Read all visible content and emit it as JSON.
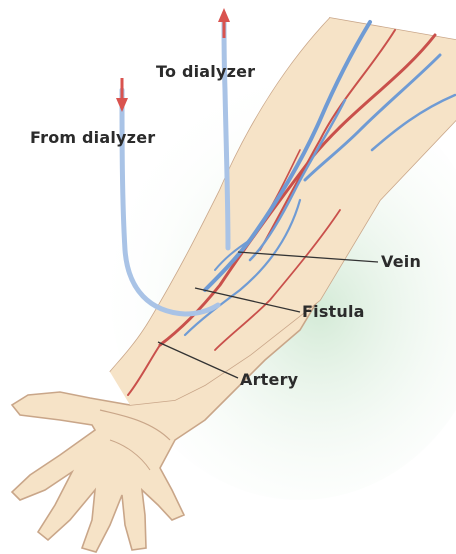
{
  "diagram": {
    "labels": {
      "to_dialyzer": "To dialyzer",
      "from_dialyzer": "From dialyzer",
      "vein": "Vein",
      "fistula": "Fistula",
      "artery": "Artery"
    },
    "colors": {
      "skin": "#f6e3c7",
      "skin_outline": "#c9a689",
      "vein": "#7aa3d8",
      "artery": "#c9504b",
      "tube": "#a9c3e6",
      "arrow": "#d9534f",
      "background_tint": "#d6ecd6",
      "leader_line": "#333333"
    }
  }
}
